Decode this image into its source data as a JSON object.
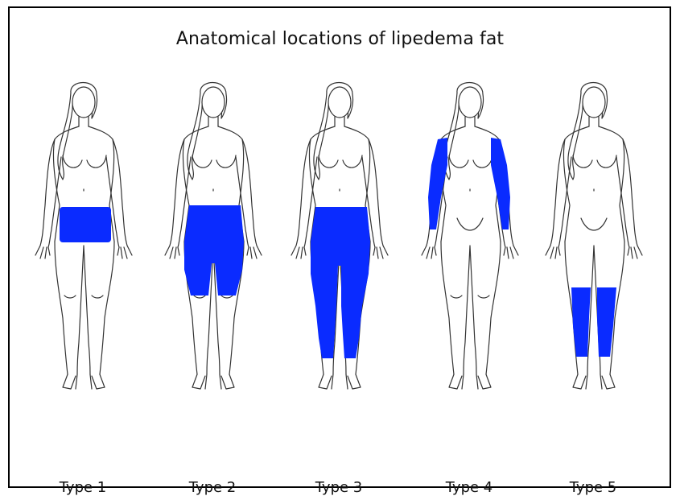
{
  "diagram": {
    "title": "Anatomical locations of lipedema fat",
    "highlight_color": "#0a2bff",
    "outline_color": "#333333",
    "figures": [
      {
        "label": "Type 1",
        "highlight": "hips-buttocks"
      },
      {
        "label": "Type 2",
        "highlight": "hips-to-knees"
      },
      {
        "label": "Type 3",
        "highlight": "hips-to-ankles"
      },
      {
        "label": "Type 4",
        "highlight": "arms"
      },
      {
        "label": "Type 5",
        "highlight": "lower-legs"
      }
    ]
  }
}
